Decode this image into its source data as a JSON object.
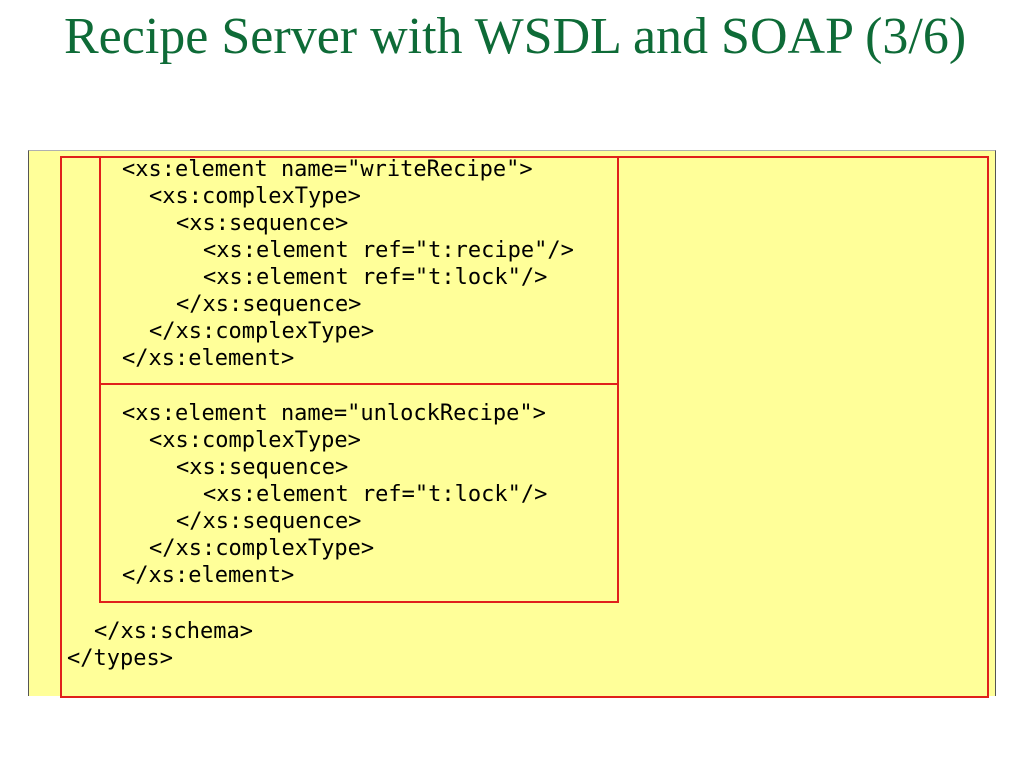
{
  "slide": {
    "title": "Recipe Server with WSDL and SOAP (3/6)"
  },
  "code": {
    "write_element": {
      "open": "<xs:element name=\"writeRecipe\">",
      "complex_open": "<xs:complexType>",
      "sequence_open": "<xs:sequence>",
      "ref_recipe": "<xs:element ref=\"t:recipe\"/>",
      "ref_lock": "<xs:element ref=\"t:lock\"/>",
      "sequence_close": "</xs:sequence>",
      "complex_close": "</xs:complexType>",
      "close": "</xs:element>"
    },
    "unlock_element": {
      "open": "<xs:element name=\"unlockRecipe\">",
      "complex_open": "<xs:complexType>",
      "sequence_open": "<xs:sequence>",
      "ref_lock": "<xs:element ref=\"t:lock\"/>",
      "sequence_close": "</xs:sequence>",
      "complex_close": "</xs:complexType>",
      "close": "</xs:element>"
    },
    "schema_close": "</xs:schema>",
    "types_close": "</types>"
  },
  "colors": {
    "title": "#0e6b37",
    "panel_background": "#ffff99",
    "highlight_frame": "#e0201b"
  }
}
